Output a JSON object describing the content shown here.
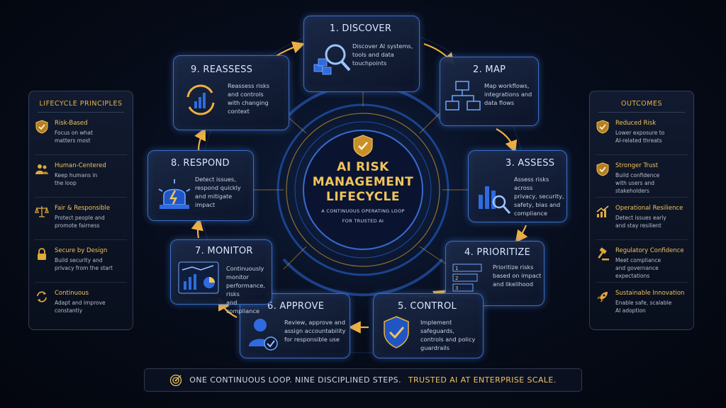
{
  "center": {
    "title_line1": "AI RISK",
    "title_line2": "MANAGEMENT",
    "title_line3": "LIFECYCLE",
    "subtitle_line1": "A CONTINUOUS OPERATING LOOP",
    "subtitle_line2": "FOR TRUSTED AI"
  },
  "steps": [
    {
      "title": "1. DISCOVER",
      "text": [
        "Discover AI systems,",
        "tools and data",
        "touchpoints"
      ],
      "icon": "magnifier-cubes-icon"
    },
    {
      "title": "2. MAP",
      "text": [
        "Map workflows,",
        "integrations and",
        "data flows"
      ],
      "icon": "flowchart-icon"
    },
    {
      "title": "3. ASSESS",
      "text": [
        "Assess risks across",
        "privacy, security,",
        "safety, bias and",
        "compliance"
      ],
      "icon": "bar-chart-magnifier-icon"
    },
    {
      "title": "4. PRIORITIZE",
      "text": [
        "Prioritize risks",
        "based on impact",
        "and likelihood"
      ],
      "icon": "ranked-list-icon"
    },
    {
      "title": "5. CONTROL",
      "text": [
        "Implement safeguards,",
        "controls and policy",
        "guardrails"
      ],
      "icon": "shield-check-icon"
    },
    {
      "title": "6. APPROVE",
      "text": [
        "Review, approve and",
        "assign accountability",
        "for responsible use"
      ],
      "icon": "user-check-icon"
    },
    {
      "title": "7. MONITOR",
      "text": [
        "Continuously monitor",
        "performance, risks",
        "and compliance"
      ],
      "icon": "dashboard-icon"
    },
    {
      "title": "8. RESPOND",
      "text": [
        "Detect issues,",
        "respond quickly",
        "and mitigate",
        "impact"
      ],
      "icon": "alarm-siren-icon"
    },
    {
      "title": "9. REASSESS",
      "text": [
        "Reassess risks",
        "and controls",
        "with changing",
        "context"
      ],
      "icon": "refresh-chart-icon"
    }
  ],
  "principles": {
    "title": "LIFECYCLE PRINCIPLES",
    "items": [
      {
        "title": "Risk-Based",
        "desc": [
          "Focus on what",
          "matters most"
        ],
        "icon": "shield-check-icon"
      },
      {
        "title": "Human-Centered",
        "desc": [
          "Keep humans in",
          "the loop"
        ],
        "icon": "people-icon"
      },
      {
        "title": "Fair & Responsible",
        "desc": [
          "Protect people and",
          "promote fairness"
        ],
        "icon": "scales-icon"
      },
      {
        "title": "Secure by Design",
        "desc": [
          "Build security and",
          "privacy from the start"
        ],
        "icon": "lock-icon"
      },
      {
        "title": "Continuous",
        "desc": [
          "Adapt and improve",
          "constantly"
        ],
        "icon": "cycle-arrows-icon"
      }
    ]
  },
  "outcomes": {
    "title": "OUTCOMES",
    "items": [
      {
        "title": "Reduced Risk",
        "desc": [
          "Lower exposure to",
          "AI-related threats"
        ],
        "icon": "shield-check-icon"
      },
      {
        "title": "Stronger Trust",
        "desc": [
          "Build confidence",
          "with users and",
          "stakeholders"
        ],
        "icon": "shield-check-icon"
      },
      {
        "title": "Operational Resilience",
        "desc": [
          "Detect issues early",
          "and stay resilient"
        ],
        "icon": "growth-chart-icon"
      },
      {
        "title": "Regulatory Confidence",
        "desc": [
          "Meet compliance",
          "and governance",
          "expectations"
        ],
        "icon": "gavel-icon"
      },
      {
        "title": "Sustainable Innovation",
        "desc": [
          "Enable safe, scalable",
          "AI adoption"
        ],
        "icon": "rocket-icon"
      }
    ]
  },
  "footer": {
    "white": "ONE CONTINUOUS LOOP. NINE DISCIPLINED STEPS.",
    "gold": "TRUSTED AI AT ENTERPRISE SCALE.",
    "icon": "target-icon"
  },
  "colors": {
    "accent_gold": "#f0c35c",
    "accent_blue": "#3a6fc9",
    "background": "#050a16"
  }
}
